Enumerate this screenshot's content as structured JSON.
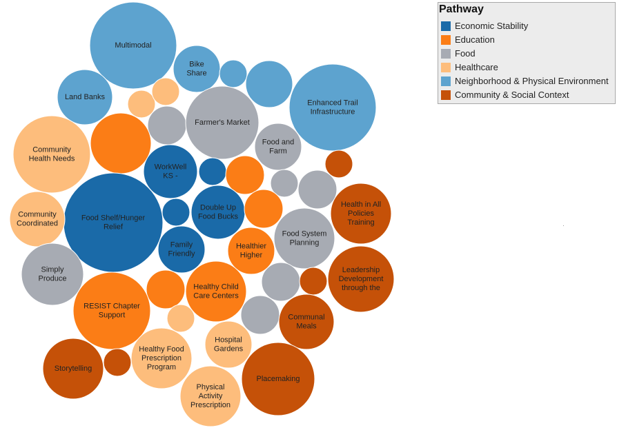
{
  "legend": {
    "title": "Pathway",
    "items": [
      {
        "label": "Economic Stability",
        "color": "#1a6aa8"
      },
      {
        "label": "Education",
        "color": "#fb7d16"
      },
      {
        "label": "Food",
        "color": "#a7abb3"
      },
      {
        "label": "Healthcare",
        "color": "#fdbd7c"
      },
      {
        "label": "Neighborhood & Physical Environment",
        "color": "#5da3cf"
      },
      {
        "label": "Community & Social Context",
        "color": "#c55108"
      }
    ]
  },
  "chart_data": {
    "type": "bubble",
    "legend_position": "top-right",
    "bubbles": [
      {
        "label": "Multimodal",
        "pathway": "Neighborhood & Physical Environment"
      },
      {
        "label": "Bike\nShare",
        "pathway": "Neighborhood & Physical Environment"
      },
      {
        "label": "",
        "pathway": "Neighborhood & Physical Environment"
      },
      {
        "label": "",
        "pathway": "Neighborhood & Physical Environment"
      },
      {
        "label": "Enhanced Trail\nInfrastructure",
        "pathway": "Neighborhood & Physical Environment"
      },
      {
        "label": "Land Banks",
        "pathway": "Neighborhood & Physical Environment"
      },
      {
        "label": "",
        "pathway": "Healthcare"
      },
      {
        "label": "",
        "pathway": "Healthcare"
      },
      {
        "label": "",
        "pathway": "Food"
      },
      {
        "label": "Farmer's Market",
        "pathway": "Food"
      },
      {
        "label": "Food and\nFarm",
        "pathway": "Food"
      },
      {
        "label": "Community\nHealth Needs",
        "pathway": "Healthcare"
      },
      {
        "label": "",
        "pathway": "Education"
      },
      {
        "label": "WorkWell\nKS -",
        "pathway": "Economic Stability"
      },
      {
        "label": "",
        "pathway": "Economic Stability"
      },
      {
        "label": "",
        "pathway": "Education"
      },
      {
        "label": "",
        "pathway": "Community & Social Context"
      },
      {
        "label": "",
        "pathway": "Food"
      },
      {
        "label": "",
        "pathway": "Food"
      },
      {
        "label": "Food Shelf/Hunger\nRelief",
        "pathway": "Economic Stability"
      },
      {
        "label": "",
        "pathway": "Economic Stability"
      },
      {
        "label": "Double Up\nFood Bucks",
        "pathway": "Economic Stability"
      },
      {
        "label": "",
        "pathway": "Education"
      },
      {
        "label": "Health in All\nPolicies\nTraining",
        "pathway": "Community & Social Context"
      },
      {
        "label": "Community\nCoordinated",
        "pathway": "Healthcare"
      },
      {
        "label": "Food System\nPlanning",
        "pathway": "Food"
      },
      {
        "label": "Family\nFriendly",
        "pathway": "Economic Stability"
      },
      {
        "label": "Healthier\nHigher",
        "pathway": "Education"
      },
      {
        "label": "Leadership\nDevelopment\nthrough the",
        "pathway": "Community & Social Context"
      },
      {
        "label": "Simply\nProduce",
        "pathway": "Food"
      },
      {
        "label": "",
        "pathway": "Food"
      },
      {
        "label": "",
        "pathway": "Community & Social Context"
      },
      {
        "label": "",
        "pathway": "Education"
      },
      {
        "label": "Healthy Child\nCare Centers",
        "pathway": "Education"
      },
      {
        "label": "RESIST Chapter\nSupport",
        "pathway": "Education"
      },
      {
        "label": "",
        "pathway": "Food"
      },
      {
        "label": "Communal\nMeals",
        "pathway": "Community & Social Context"
      },
      {
        "label": "",
        "pathway": "Healthcare"
      },
      {
        "label": "Hospital\nGardens",
        "pathway": "Healthcare"
      },
      {
        "label": "Healthy Food\nPrescription\nProgram",
        "pathway": "Healthcare"
      },
      {
        "label": "Storytelling",
        "pathway": "Community & Social Context"
      },
      {
        "label": "",
        "pathway": "Community & Social Context"
      },
      {
        "label": "Placemaking",
        "pathway": "Community & Social Context"
      },
      {
        "label": "Physical\nActivity\nPrescription",
        "pathway": "Healthcare"
      }
    ]
  }
}
